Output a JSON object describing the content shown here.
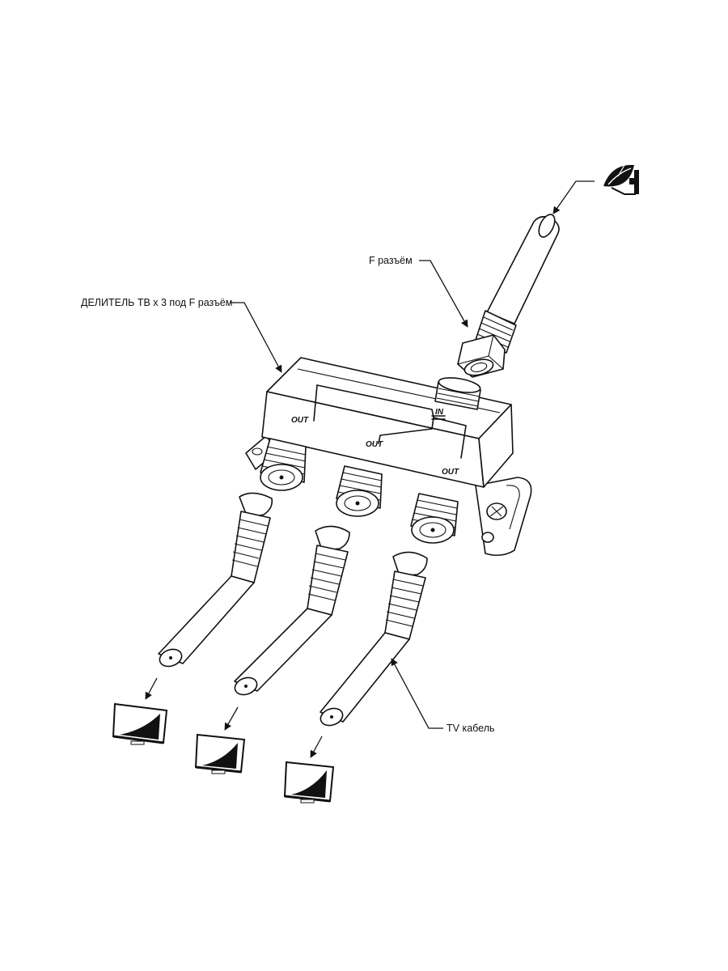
{
  "labels": {
    "f_connector": "F разъём",
    "splitter": "ДЕЛИТЕЛЬ ТВ х 3 под F разъём",
    "tv_cable": "TV кабель"
  },
  "ports": {
    "in": "IN",
    "out_left": "OUT",
    "out_middle": "OUT",
    "out_right": "OUT"
  },
  "icons": {
    "source": "satellite-dish-icon",
    "outputs": [
      "tv-icon",
      "tv-icon",
      "tv-icon"
    ]
  },
  "colors": {
    "line": "#111111",
    "background": "#ffffff"
  }
}
